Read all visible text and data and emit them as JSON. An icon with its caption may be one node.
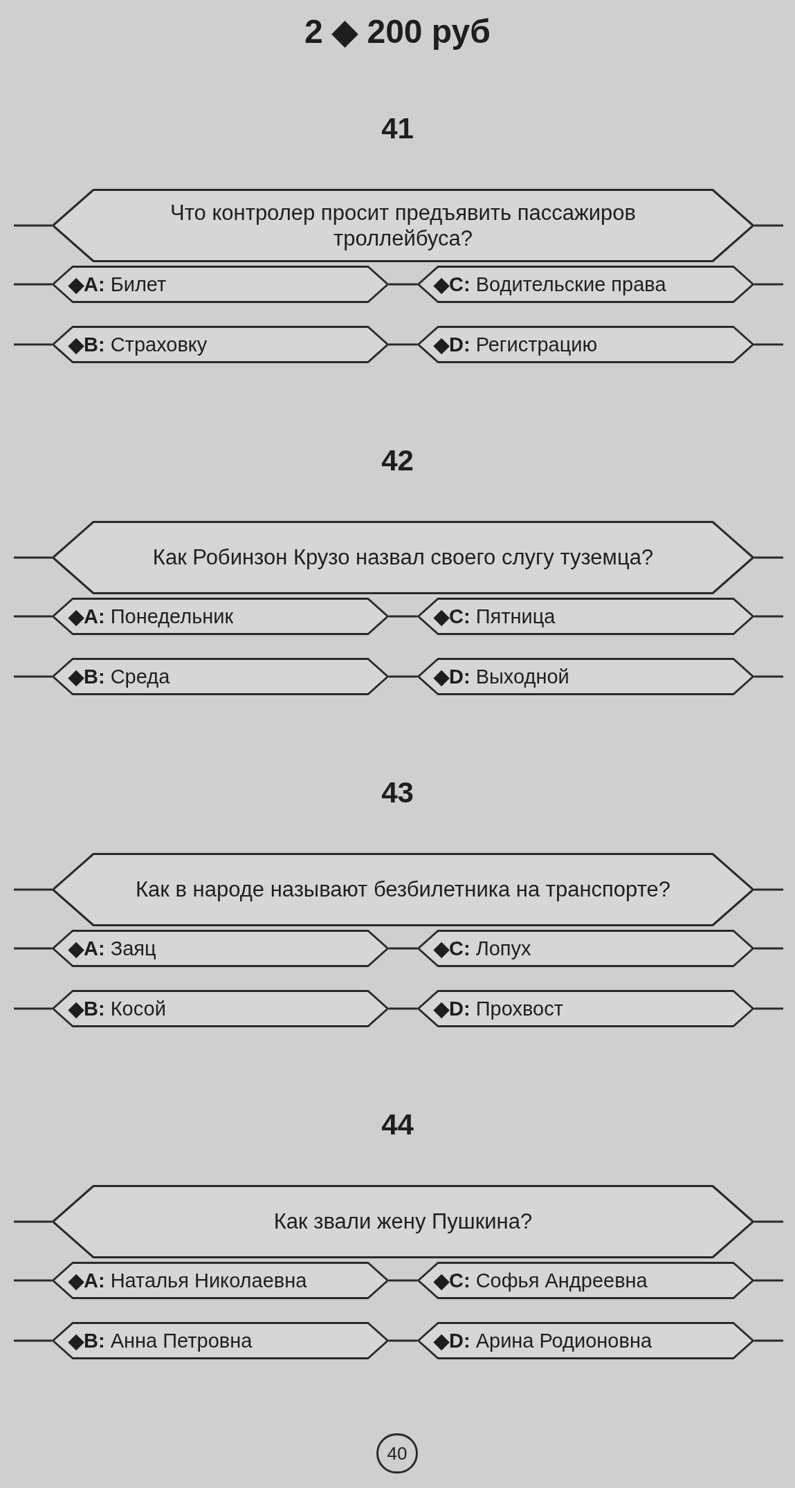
{
  "diagram": {
    "title": "2 ◆ 200 руб",
    "nodes": [
      {
        "text": [
          "Что контролер просит предъявить пассажиров троллейбуса?"
        ]
      },
      {
        "text": [
          "**◆A:** Билет"
        ]
      },
      {
        "text": [
          "**◆C:** Водительские права"
        ]
      },
      {
        "text": [
          "**◆B:** Страховку"
        ]
      },
      {
        "text": [
          "**◆D:** Регистрацию"
        ]
      },
      {
        "text": [
          "Как Робинзон Крузо назвал своего слугу туземца?"
        ]
      },
      {
        "text": [
          "**◆A:** Понедельник"
        ]
      },
      {
        "text": [
          "**◆C:** Пятница"
        ]
      },
      {
        "text": [
          "**◆B:** Среда"
        ]
      },
      {
        "text": [
          "**◆D:** Выходной"
        ]
      },
      {
        "text": [
          "Как в народе называют безбилетника на транспорте?"
        ]
      },
      {
        "text": [
          "**◆A:** Заяц"
        ]
      },
      {
        "text": [
          "**◆C:** Лопух"
        ]
      },
      {
        "text": [
          "**◆B:** Косой"
        ]
      },
      {
        "text": [
          "**◆D:** Прохвост"
        ]
      },
      {
        "text": [
          "Как звали жену Пушкина?"
        ]
      },
      {
        "text": [
          "**◆A:** Наталья Николаевна"
        ]
      },
      {
        "text": [
          "**◆C:** Софья Андреевна"
        ]
      },
      {
        "text": [
          "**◆B:** Анна Петровна"
        ]
      },
      {
        "text": [
          "**◆D:** Арина Родионовна"
        ]
      },
      {
        "text": [
          "40"
        ]
      }
    ],
    "edges": [
      {
        "from": 1,
        "to": 2,
        "arrow": "none"
      },
      {
        "from": 3,
        "to": 4,
        "arrow": "none"
      },
      {
        "from": 6,
        "to": 7,
        "arrow": "none"
      },
      {
        "from": 8,
        "to": 9,
        "arrow": "none"
      },
      {
        "from": 11,
        "to": 12,
        "arrow": "none"
      },
      {
        "from": 13,
        "to": 14,
        "arrow": "none"
      },
      {
        "from": 16,
        "to": 17,
        "arrow": "none"
      },
      {
        "from": 18,
        "to": 19,
        "arrow": "none"
      }
    ],
    "labels": [
      "41",
      "42",
      "43",
      "44"
    ]
  }
}
